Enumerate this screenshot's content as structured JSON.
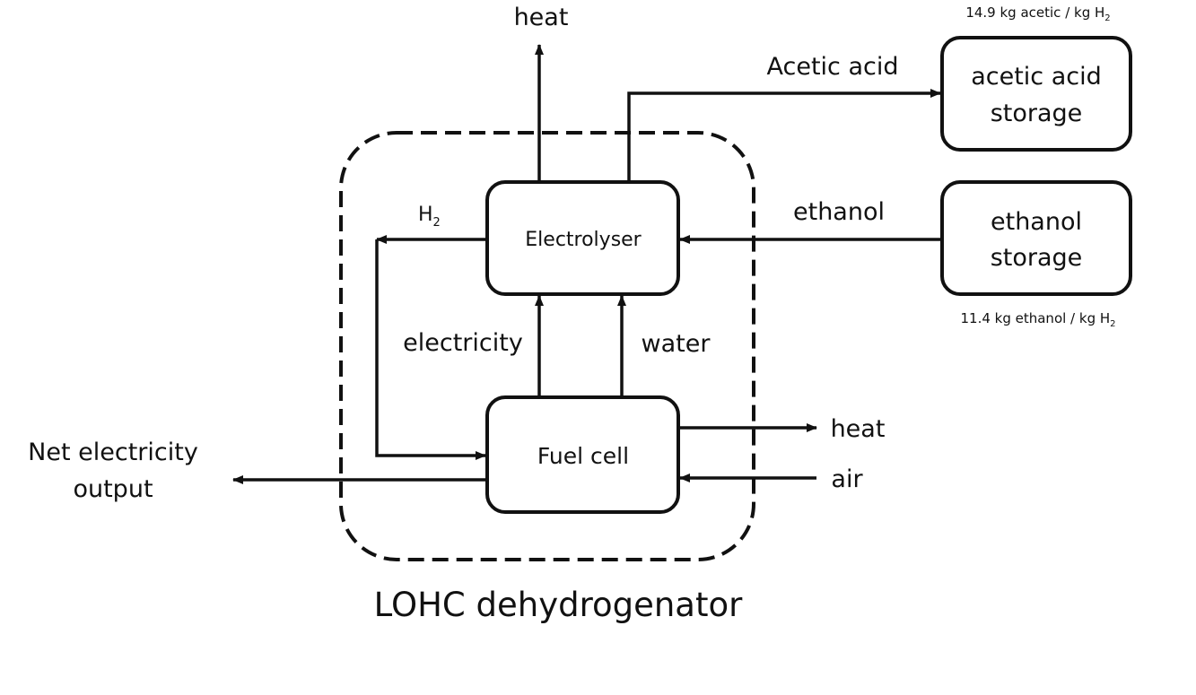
{
  "diagram": {
    "caption": "LOHC dehydrogenator",
    "boxes": {
      "electrolyser": "Electrolyser",
      "fuel_cell": "Fuel cell",
      "acetic_storage_line1": "acetic acid",
      "acetic_storage_line2": "storage",
      "ethanol_storage_line1": "ethanol",
      "ethanol_storage_line2": "storage"
    },
    "flows": {
      "heat_top": "heat",
      "acetic_acid": "Acetic acid",
      "ethanol": "ethanol",
      "h2_base": "H",
      "h2_sub": "2",
      "electricity": "electricity",
      "water": "water",
      "heat_right": "heat",
      "air": "air",
      "net_electricity_line1": "Net electricity",
      "net_electricity_line2": "output"
    },
    "notes": {
      "acetic_ratio_base": "14.9 kg acetic / kg H",
      "acetic_ratio_sub": "2",
      "ethanol_ratio_base": "11.4 kg ethanol / kg H",
      "ethanol_ratio_sub": "2"
    }
  },
  "colors": {
    "line": "#111111",
    "background": "#ffffff"
  }
}
